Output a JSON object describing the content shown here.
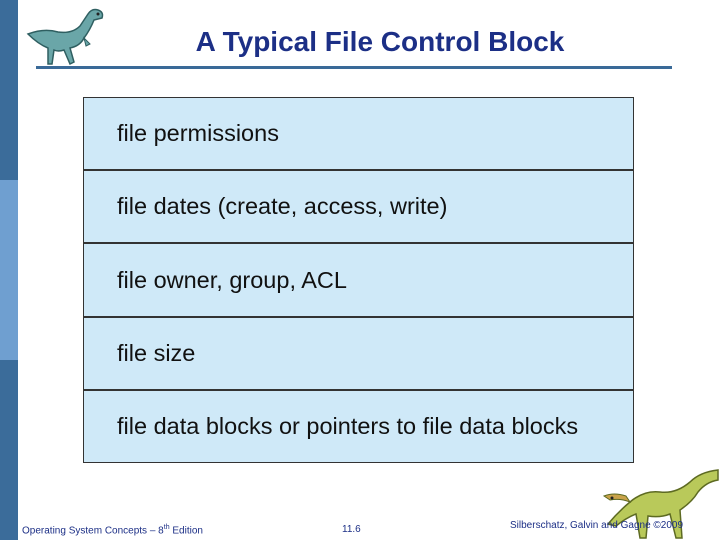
{
  "slide": {
    "title": "A Typical File Control Block"
  },
  "fcb": {
    "rows": [
      "file permissions",
      "file dates (create, access, write)",
      "file owner, group, ACL",
      "file size",
      "file data blocks or pointers to file data blocks"
    ]
  },
  "footer": {
    "book_prefix": "Operating System Concepts – 8",
    "book_sup": "th",
    "book_suffix": " Edition",
    "page": "11.6",
    "copyright": "Silberschatz, Galvin and Gagne ©2009"
  },
  "colors": {
    "title": "#1c2f86",
    "sidebar_dark": "#3b6c9a",
    "sidebar_light": "#6f9fd0",
    "box_fill": "#cfe9f8"
  },
  "icons": [
    "dinosaur-top-icon",
    "dinosaur-bottom-icon"
  ]
}
